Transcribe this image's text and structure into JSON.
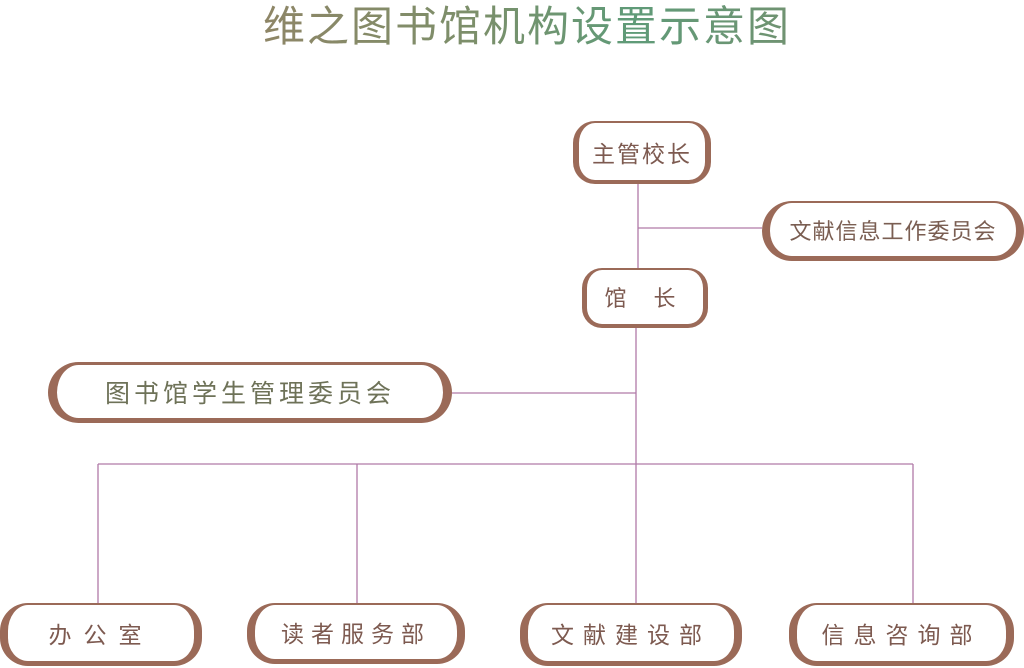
{
  "title": "维之图书馆机构设置示意图",
  "colors": {
    "node_border": "#9b6a58",
    "connector": "#b07aa8",
    "node_text": "#7d5a50",
    "title_gradient": [
      "#a57a62",
      "#5f9b78",
      "#8e8466"
    ]
  },
  "nodes": {
    "principal": "主管校长",
    "literature_committee": "文献信息工作委员会",
    "director": "馆 长",
    "student_committee": "图书馆学生管理委员会",
    "office": "办公室",
    "reader_services": "读者服务部",
    "collection_development": "文献建设部",
    "information_consulting": "信息咨询部"
  },
  "edges": [
    [
      "principal",
      "director"
    ],
    [
      "principal",
      "literature_committee"
    ],
    [
      "director",
      "student_committee"
    ],
    [
      "director",
      "office"
    ],
    [
      "director",
      "reader_services"
    ],
    [
      "director",
      "collection_development"
    ],
    [
      "director",
      "information_consulting"
    ]
  ]
}
